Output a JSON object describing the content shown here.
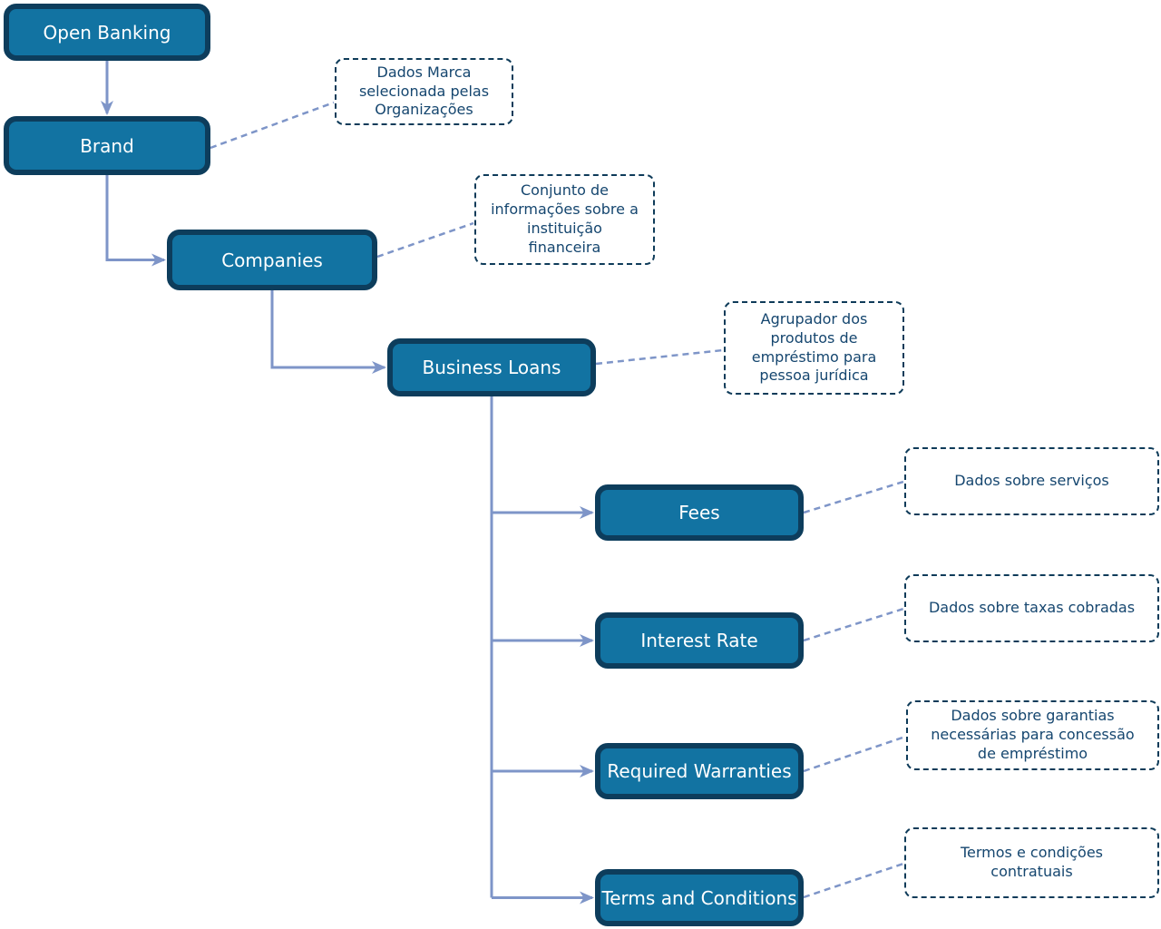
{
  "diagram": {
    "nodes": {
      "open_banking": {
        "label": "Open Banking"
      },
      "brand": {
        "label": "Brand"
      },
      "companies": {
        "label": "Companies"
      },
      "business_loans": {
        "label": "Business Loans"
      },
      "fees": {
        "label": "Fees"
      },
      "interest_rate": {
        "label": "Interest Rate"
      },
      "required_warranties": {
        "label": "Required Warranties"
      },
      "terms_and_conditions": {
        "label": "Terms and Conditions"
      }
    },
    "edges": [
      {
        "from": "Open Banking",
        "to": "Brand"
      },
      {
        "from": "Brand",
        "to": "Companies"
      },
      {
        "from": "Companies",
        "to": "Business Loans"
      },
      {
        "from": "Business Loans",
        "to": "Fees"
      },
      {
        "from": "Business Loans",
        "to": "Interest Rate"
      },
      {
        "from": "Business Loans",
        "to": "Required Warranties"
      },
      {
        "from": "Business Loans",
        "to": "Terms and Conditions"
      }
    ],
    "annotations": {
      "brand_note": {
        "attached_to": "Brand",
        "text": "Dados Marca\nselecionada pelas\nOrganizações"
      },
      "companies_note": {
        "attached_to": "Companies",
        "text": "Conjunto de\ninformações sobre a\ninstituição\nfinanceira"
      },
      "business_loans_note": {
        "attached_to": "Business Loans",
        "text": "Agrupador dos\nprodutos de\nempréstimo para\npessoa jurídica"
      },
      "fees_note": {
        "attached_to": "Fees",
        "text": "Dados sobre serviços"
      },
      "interest_rate_note": {
        "attached_to": "Interest Rate",
        "text": "Dados sobre taxas cobradas"
      },
      "required_warranties_note": {
        "attached_to": "Required Warranties",
        "text": "Dados sobre garantias\nnecessárias para concessão\nde empréstimo"
      },
      "terms_note": {
        "attached_to": "Terms and Conditions",
        "text": "Termos e condições\ncontratuais"
      }
    },
    "colors": {
      "node_fill": "#1273a2",
      "node_border": "#0d3d5c",
      "node_text": "#ffffff",
      "note_border": "#0e3b59",
      "note_text": "#15466f",
      "connector": "#7e95c8",
      "background": "#ffffff"
    }
  }
}
